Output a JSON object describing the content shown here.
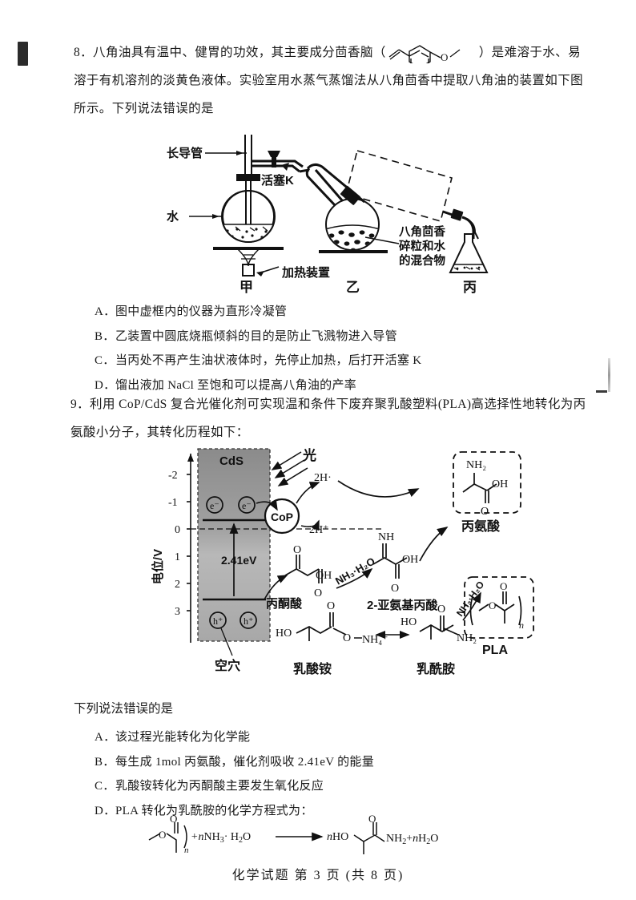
{
  "document": {
    "subject": "化学试题",
    "footer": "化学试题  第 3 页  (共 8 页)"
  },
  "question8": {
    "number": "8",
    "stem_part1": "8．八角油具有温中、健胃的功效，其主要成分茴香脑（",
    "stem_part2": "）是难溶于水、易",
    "stem_line2": "溶于有机溶剂的淡黄色液体。实验室用水蒸气蒸馏法从八角茴香中提取八角油的装置如下图",
    "stem_line3": "所示。下列说法错误的是",
    "molecule_name": "茴香脑",
    "options": [
      {
        "label": "A．",
        "text": "图中虚框内的仪器为直形冷凝管"
      },
      {
        "label": "B．",
        "text": "乙装置中圆底烧瓶倾斜的目的是防止飞溅物进入导管"
      },
      {
        "label": "C．",
        "text": "当丙处不再产生油状液体时，先停止加热，后打开活塞 K"
      },
      {
        "label": "D．",
        "text": "馏出液加 NaCl 至饱和可以提高八角油的产率"
      }
    ],
    "apparatus": {
      "label_long_tube": "长导管",
      "label_stopcock": "活塞K",
      "label_water": "水",
      "label_heater": "加热装置",
      "label_mixture": "八角茴香\n碎粒和水\n的混合物",
      "label_mixture_line1": "八角茴香",
      "label_mixture_line2": "碎粒和水",
      "label_mixture_line3": "的混合物",
      "flask_jia": "甲",
      "flask_yi": "乙",
      "flask_bing": "丙"
    }
  },
  "question9": {
    "number": "9",
    "stem_line1": "9．利用 CoP/CdS 复合光催化剂可实现温和条件下废弃聚乳酸塑料(PLA)高选择性地转化为丙",
    "stem_line2": "氨酸小分子，其转化历程如下：",
    "prompt": "下列说法错误的是",
    "options": [
      {
        "label": "A．",
        "text": "该过程光能转化为化学能"
      },
      {
        "label": "B．",
        "text": "每生成 1mol 丙氨酸，催化剂吸收 2.41eV 的能量"
      },
      {
        "label": "C．",
        "text": "乳酸铵转化为丙酮酸主要发生氧化反应"
      },
      {
        "label": "D．",
        "text": "PLA 转化为乳酰胺的化学方程式为："
      }
    ],
    "equation": {
      "reagent": "+nNH₃· H₂O",
      "product_prefix": "nHO",
      "product_suffix": "NH₂+nH₂O"
    },
    "scheme": {
      "axis_label": "电位/V",
      "axis_ticks": [
        "-2",
        "-1",
        "0",
        "1",
        "2",
        "3"
      ],
      "semiconductor": "CdS",
      "light": "光",
      "bandgap": "2.41eV",
      "electron": "e⁻",
      "hole": "h⁺",
      "hole_label": "空穴",
      "cocatalyst": "CoP",
      "proton": "2H⁺",
      "hydrogen_radical": "2H·",
      "species": [
        {
          "name": "丙酮酸"
        },
        {
          "name": "2-亚氨基丙酸"
        },
        {
          "name": "丙氨酸"
        },
        {
          "name": "乳酸铵"
        },
        {
          "name": "乳酰胺"
        },
        {
          "name": "PLA"
        }
      ],
      "reagent_arrow_1": "NH₃·H₂O",
      "reagent_arrow_2": "NH₃·H₂O",
      "formula_nh": "NH",
      "formula_oh": "OH",
      "formula_nh2": "NH₂",
      "formula_ho": "HO",
      "formula_o": "O",
      "formula_n": "n"
    }
  },
  "colors": {
    "ink": "#1a1a1a",
    "cds_top": "#8f8f8f",
    "cds_bottom": "#b4b4b4"
  }
}
